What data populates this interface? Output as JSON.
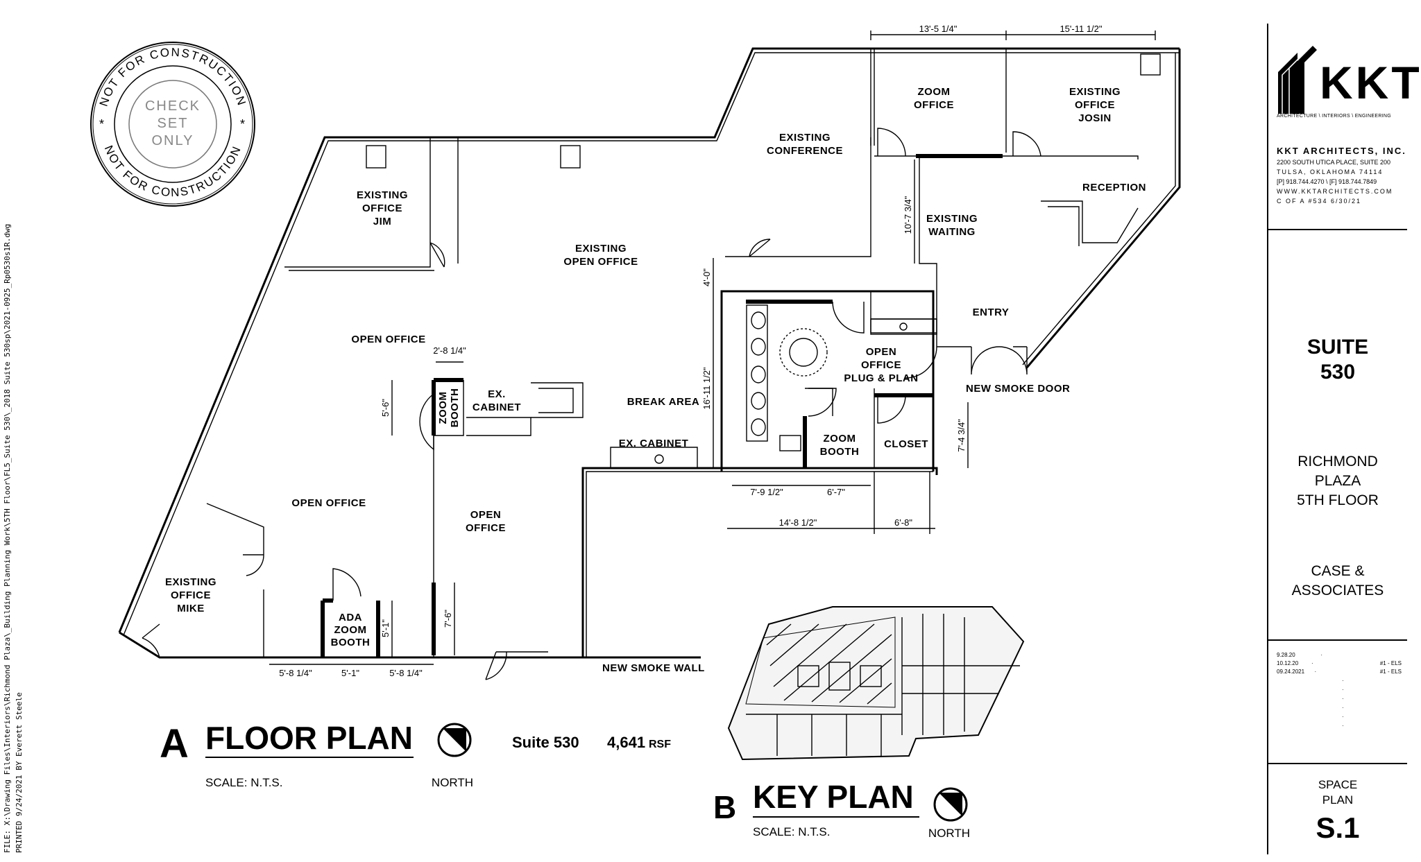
{
  "stamp": {
    "ring_text": "NOT FOR CONSTRUCTION",
    "center_lines": [
      "CHECK",
      "SET",
      "ONLY"
    ]
  },
  "rooms": {
    "existing_office_jim": [
      "EXISTING",
      "OFFICE",
      "JIM"
    ],
    "existing_open_office": [
      "EXISTING",
      "OPEN OFFICE"
    ],
    "existing_conference": [
      "EXISTING",
      "CONFERENCE"
    ],
    "zoom_office": [
      "ZOOM",
      "OFFICE"
    ],
    "existing_office_josin": [
      "EXISTING",
      "OFFICE",
      "JOSIN"
    ],
    "reception": "RECEPTION",
    "existing_waiting": [
      "EXISTING",
      "WAITING"
    ],
    "entry": "ENTRY",
    "open_office_top": "OPEN OFFICE",
    "ex_cabinet": [
      "EX.",
      "CABINET"
    ],
    "zoom_booth_vertical": [
      "ZOOM",
      "BOOTH"
    ],
    "break_area": "BREAK AREA",
    "ex_cabinet_2": "EX. CABINET",
    "open_office_plug_plan": [
      "OPEN",
      "OFFICE",
      "PLUG & PLAN"
    ],
    "zoom_booth": [
      "ZOOM",
      "BOOTH"
    ],
    "closet": "CLOSET",
    "open_office_left": "OPEN OFFICE",
    "open_office_center": [
      "OPEN",
      "OFFICE"
    ],
    "existing_office_mike": [
      "EXISTING",
      "OFFICE",
      "MIKE"
    ],
    "ada_zoom_booth": [
      "ADA",
      "ZOOM",
      "BOOTH"
    ],
    "new_smoke_door": "NEW SMOKE DOOR",
    "new_smoke_wall": "NEW SMOKE WALL"
  },
  "dimensions": {
    "d_13_5": "13'-5 1/4\"",
    "d_15_11": "15'-11 1/2\"",
    "d_10_7": "10'-7 3/4\"",
    "d_4_0": "4'-0\"",
    "d_16_11": "16'-11 1/2\"",
    "d_2_8": "2'-8 1/4\"",
    "d_5_6": "5'-6\"",
    "d_7_4": "7'-4 3/4\"",
    "d_7_9": "7'-9 1/2\"",
    "d_6_7": "6'-7\"",
    "d_14_8": "14'-8 1/2\"",
    "d_6_8": "6'-8\"",
    "d_7_6": "7'-6\"",
    "d_5_1": "5'-1\"",
    "d_5_8_a": "5'-8 1/4\"",
    "d_5_1_b": "5'-1\"",
    "d_5_8_b": "5'-8 1/4\""
  },
  "floor_plan": {
    "letter": "A",
    "title": "FLOOR PLAN",
    "scale": "SCALE:  N.T.S.",
    "north": "NORTH",
    "suite": "Suite 530",
    "area_value": "4,641",
    "area_unit": "RSF"
  },
  "key_plan": {
    "letter": "B",
    "title": "KEY PLAN",
    "scale": "SCALE:  N.T.S.",
    "north": "NORTH"
  },
  "title_block": {
    "logo": "KKT",
    "logo_sub": "ARCHITECTURE \\ INTERIORS \\ ENGINEERING",
    "firm_name": "KKT ARCHITECTS, INC.",
    "address1": "2200 SOUTH UTICA PLACE, SUITE 200",
    "address2": "TULSA, OKLAHOMA 74114",
    "phones": "[P] 918.744.4270 \\ [F] 918.744.7849",
    "web": "WWW.KKTARCHITECTS.COM",
    "cofa": "C OF A #534 6/30/21",
    "suite_line1": "SUITE",
    "suite_line2": "530",
    "project_lines": [
      "RICHMOND",
      "PLAZA",
      "5TH FLOOR"
    ],
    "client_lines": [
      "CASE &",
      "ASSOCIATES"
    ],
    "issues": [
      {
        "date": "9.28.20",
        "note": ""
      },
      {
        "date": "10.12.20",
        "note": "#1 - ELS"
      },
      {
        "date": "09.24.2021",
        "note": "#1 - ELS"
      }
    ],
    "sheet_title_lines": [
      "SPACE",
      "PLAN"
    ],
    "sheet_number": "S.1"
  },
  "file_path": "FILE: X:\\Drawing Files\\Interiors\\Richmond Plaza\\_Building Planning Work\\5TH Floor\\FL5_Suite 530\\_2018 Suite 530sp\\2021-0925_Rp0530s1R.dwg",
  "printed": "PRINTED 9/24/2021 BY Everett Steele"
}
